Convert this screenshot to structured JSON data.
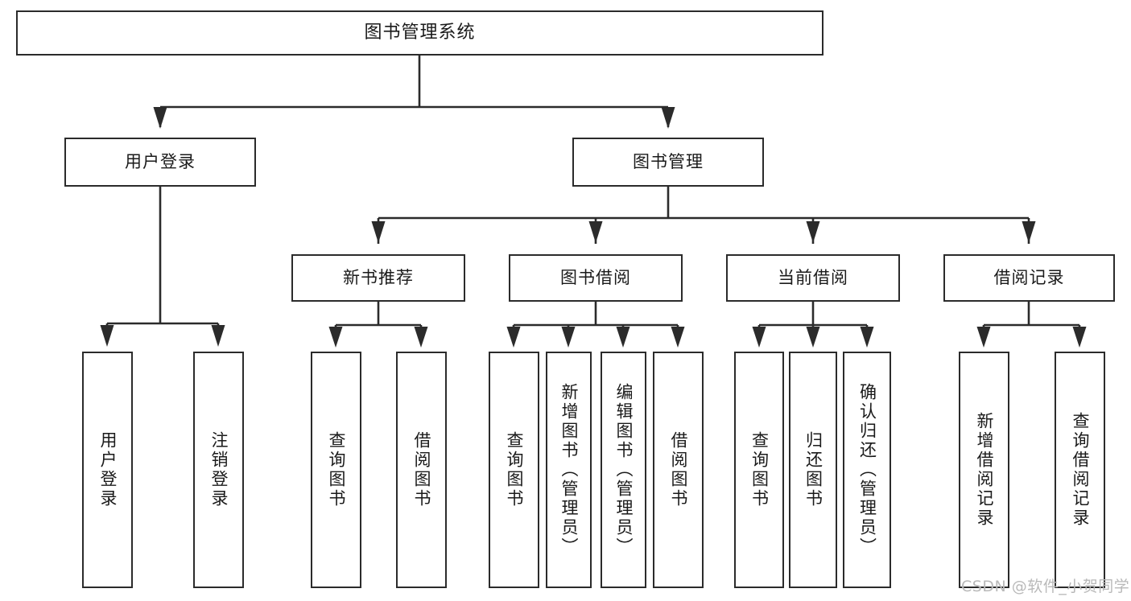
{
  "diagram": {
    "title": "图书管理系统",
    "type": "tree-hierarchy",
    "watermark": "CSDN @软件_小贺同学",
    "colors": {
      "stroke": "#2b2b2b",
      "fill": "#ffffff",
      "text": "#1a1a1a",
      "watermark": "#b9b9b9",
      "background": "#ffffff"
    },
    "nodes": {
      "root": {
        "label": "图书管理系统"
      },
      "level2": [
        {
          "id": "user-login",
          "label": "用户登录"
        },
        {
          "id": "book-manage",
          "label": "图书管理"
        }
      ],
      "level3": [
        {
          "id": "new-book-rec",
          "label": "新书推荐"
        },
        {
          "id": "book-borrow",
          "label": "图书借阅"
        },
        {
          "id": "current-borrow",
          "label": "当前借阅"
        },
        {
          "id": "borrow-record",
          "label": "借阅记录"
        }
      ],
      "leaves": {
        "user_login": [
          {
            "id": "leaf-user-login",
            "label": "用户登录"
          },
          {
            "id": "leaf-user-logout",
            "label": "注销登录"
          }
        ],
        "new_book_rec": [
          {
            "id": "leaf-query-book-1",
            "label": "查询图书"
          },
          {
            "id": "leaf-borrow-book-1",
            "label": "借阅图书"
          }
        ],
        "book_borrow": [
          {
            "id": "leaf-query-book-2",
            "label": "查询图书"
          },
          {
            "id": "leaf-add-book",
            "label": "新增图书（管理员）"
          },
          {
            "id": "leaf-edit-book",
            "label": "编辑图书（管理员）"
          },
          {
            "id": "leaf-borrow-book-2",
            "label": "借阅图书"
          }
        ],
        "current_borrow": [
          {
            "id": "leaf-query-book-3",
            "label": "查询图书"
          },
          {
            "id": "leaf-return-book",
            "label": "归还图书"
          },
          {
            "id": "leaf-confirm-return",
            "label": "确认归还（管理员）"
          }
        ],
        "borrow_record": [
          {
            "id": "leaf-add-record",
            "label": "新增借阅记录"
          },
          {
            "id": "leaf-query-record",
            "label": "查询借阅记录"
          }
        ]
      }
    }
  }
}
